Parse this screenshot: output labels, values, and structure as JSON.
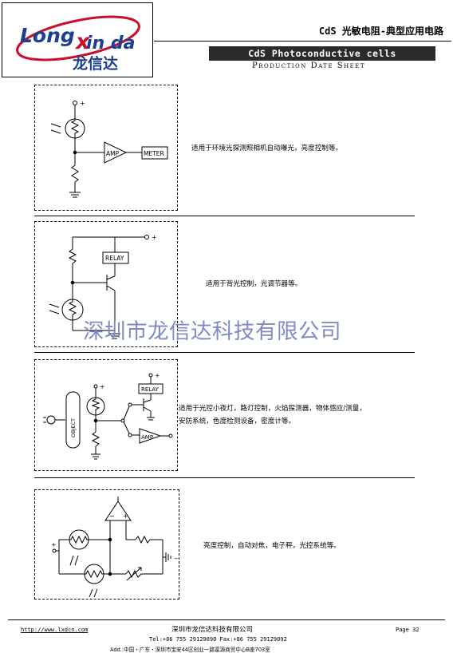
{
  "header": {
    "logo_text": "Longxinda",
    "logo_cn": "龙信达",
    "title_cn": "CdS 光敏电阻-典型应用电路",
    "title_en": "CdS Photoconductive cells",
    "subtitle": "Production Date Sheet"
  },
  "applications": [
    {
      "description": "适用于环境光探测照相机自动曝光，亮度控制等。",
      "labels": {
        "plus": "+",
        "amp": "AMP",
        "meter": "METER"
      }
    },
    {
      "description": "适用于背光控制，光调节器等。",
      "labels": {
        "plus": "+",
        "relay": "RELAY"
      }
    },
    {
      "description_line1": "适用于光控小夜灯，路灯控制，火焰探测器，物体感应/测量，",
      "description_line2": "安防系统，色度检测设备，密度计等。",
      "labels": {
        "plus1": "+",
        "plus2": "+",
        "relay": "RELAY",
        "amp": "AMP",
        "object": "OBJECT"
      }
    },
    {
      "description": "亮度控制，自动对焦，电子秤，光控系统等。",
      "labels": {
        "plus": "+",
        "minus": "−",
        "opamp_minus": "−",
        "opamp_plus": "+"
      }
    }
  ],
  "watermark": "深圳市龙信达科技有限公司",
  "footer": {
    "url": "http://www.lxdcn.com",
    "company": "深圳市龙信达科技有限公司",
    "page": "Page 32",
    "tel": "Tel:+86 755 29129090  Fax:+86 755 29129092",
    "address": "Add.:中国・广东・深圳市宝安44区创业一路富源商贸中心B座703室"
  }
}
